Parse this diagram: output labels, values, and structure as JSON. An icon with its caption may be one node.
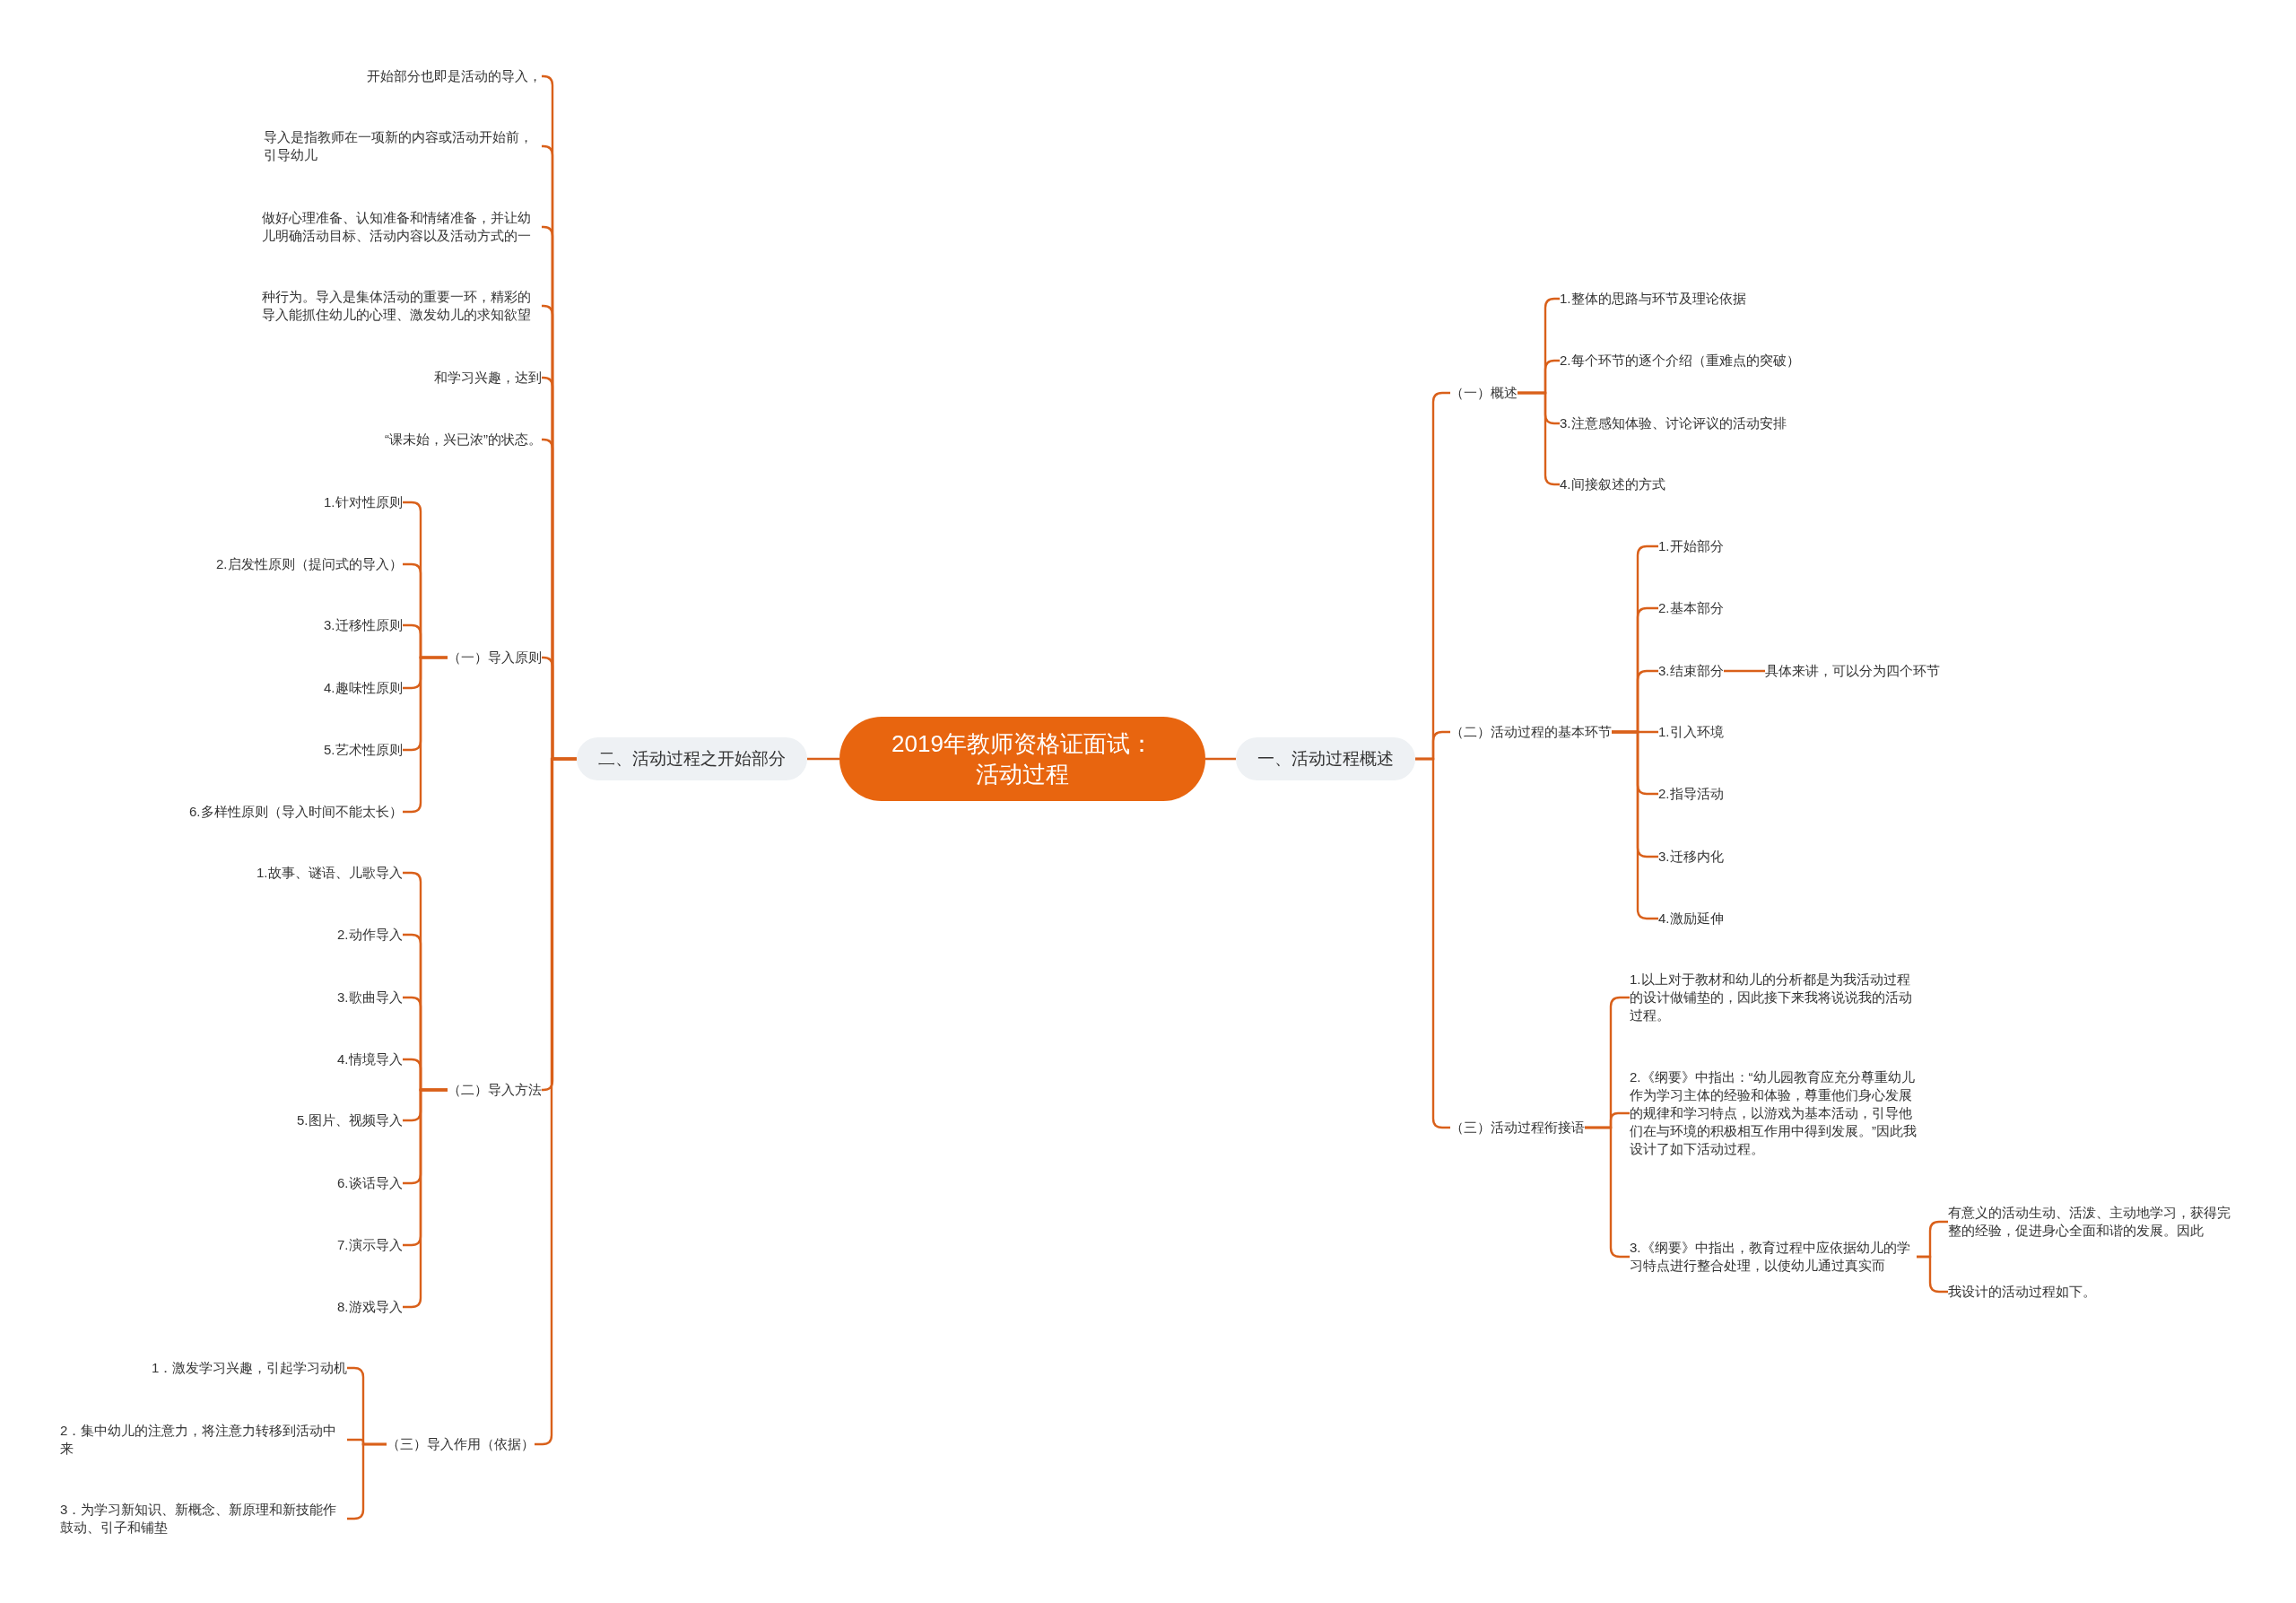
{
  "diagram": {
    "nodes": [
      {
        "text": [
          "2019年教师资格证面试：活动过程"
        ]
      },
      {
        "text": [
          "一、活动过程概述"
        ]
      },
      {
        "text": [
          "（一）概述"
        ]
      },
      {
        "text": [
          "1.整体的思路与环节及理论依据"
        ]
      },
      {
        "text": [
          "2.每个环节的逐个介绍（重难点的突破）"
        ]
      },
      {
        "text": [
          "3.注意感知体验、讨论评议的活动安排"
        ]
      },
      {
        "text": [
          "4.间接叙述的方式"
        ]
      },
      {
        "text": [
          "（二）活动过程的基本环节"
        ]
      },
      {
        "text": [
          "1.开始部分"
        ]
      },
      {
        "text": [
          "2.基本部分"
        ]
      },
      {
        "text": [
          "3.结束部分"
        ]
      },
      {
        "text": [
          "具体来讲，可以分为四个环节"
        ]
      },
      {
        "text": [
          "1.引入环境"
        ]
      },
      {
        "text": [
          "2.指导活动"
        ]
      },
      {
        "text": [
          "3.迁移内化"
        ]
      },
      {
        "text": [
          "4.激励延伸"
        ]
      },
      {
        "text": [
          "（三）活动过程衔接语"
        ]
      },
      {
        "text": [
          "1.以上对于教材和幼儿的分析都是为我活动过程的设计做铺垫的，因此接下来我将说说我的活动过程。"
        ]
      },
      {
        "text": [
          "2.《纲要》中指出：“幼儿园教育应充分尊重幼儿作为学习主体的经验和体验，尊重他们身心发展的规律和学习特点，以游戏为基本活动，引导他们在与环境的积极相互作用中得到发展。”因此我设计了如下活动过程。"
        ]
      },
      {
        "text": [
          "3.《纲要》中指出，教育过程中应依据幼儿的学习特点进行整合处理，以使幼儿通过真实而"
        ]
      },
      {
        "text": [
          "有意义的活动生动、活泼、主动地学习，获得完整的经验，促进身心全面和谐的发展。因此"
        ]
      },
      {
        "text": [
          "我设计的活动过程如下。"
        ]
      },
      {
        "text": [
          "二、活动过程之开始部分"
        ]
      },
      {
        "text": [
          "开始部分也即是活动的导入，"
        ]
      },
      {
        "text": [
          "导入是指教师在一项新的内容或活动开始前，引导幼儿"
        ]
      },
      {
        "text": [
          "做好心理准备、认知准备和情绪准备，并让幼儿明确活动目标、活动内容以及活动方式的一"
        ]
      },
      {
        "text": [
          "种行为。导入是集体活动的重要一环，精彩的导入能抓住幼儿的心理、激发幼儿的求知欲望"
        ]
      },
      {
        "text": [
          "和学习兴趣，达到"
        ]
      },
      {
        "text": [
          "“课未始，兴已浓”的状态。"
        ]
      },
      {
        "text": [
          "（一）导入原则"
        ]
      },
      {
        "text": [
          "1.针对性原则"
        ]
      },
      {
        "text": [
          "2.启发性原则（提问式的导入）"
        ]
      },
      {
        "text": [
          "3.迁移性原则"
        ]
      },
      {
        "text": [
          "4.趣味性原则"
        ]
      },
      {
        "text": [
          "5.艺术性原则"
        ]
      },
      {
        "text": [
          "6.多样性原则（导入时间不能太长）"
        ]
      },
      {
        "text": [
          "（二）导入方法"
        ]
      },
      {
        "text": [
          "1.故事、谜语、儿歌导入"
        ]
      },
      {
        "text": [
          "2.动作导入"
        ]
      },
      {
        "text": [
          "3.歌曲导入"
        ]
      },
      {
        "text": [
          "4.情境导入"
        ]
      },
      {
        "text": [
          "5.图片、视频导入"
        ]
      },
      {
        "text": [
          "6.谈话导入"
        ]
      },
      {
        "text": [
          "7.演示导入"
        ]
      },
      {
        "text": [
          "8.游戏导入"
        ]
      },
      {
        "text": [
          "（三）导入作用（依据）"
        ]
      },
      {
        "text": [
          "1．激发学习兴趣，引起学习动机"
        ]
      },
      {
        "text": [
          "2．集中幼儿的注意力，将注意力转移到活动中来"
        ]
      },
      {
        "text": [
          "3．为学习新知识、新概念、新原理和新技能作鼓动、引子和铺垫"
        ]
      }
    ],
    "edges": [
      {
        "from": 0,
        "to": 1,
        "arrow": "none"
      },
      {
        "from": 1,
        "to": 2,
        "arrow": "none"
      },
      {
        "from": 2,
        "to": 3,
        "arrow": "none"
      },
      {
        "from": 2,
        "to": 4,
        "arrow": "none"
      },
      {
        "from": 2,
        "to": 5,
        "arrow": "none"
      },
      {
        "from": 2,
        "to": 6,
        "arrow": "none"
      },
      {
        "from": 1,
        "to": 7,
        "arrow": "none"
      },
      {
        "from": 7,
        "to": 8,
        "arrow": "none"
      },
      {
        "from": 7,
        "to": 9,
        "arrow": "none"
      },
      {
        "from": 7,
        "to": 10,
        "arrow": "none"
      },
      {
        "from": 10,
        "to": 11,
        "arrow": "none"
      },
      {
        "from": 7,
        "to": 12,
        "arrow": "none"
      },
      {
        "from": 7,
        "to": 13,
        "arrow": "none"
      },
      {
        "from": 7,
        "to": 14,
        "arrow": "none"
      },
      {
        "from": 7,
        "to": 15,
        "arrow": "none"
      },
      {
        "from": 1,
        "to": 16,
        "arrow": "none"
      },
      {
        "from": 16,
        "to": 17,
        "arrow": "none"
      },
      {
        "from": 16,
        "to": 18,
        "arrow": "none"
      },
      {
        "from": 16,
        "to": 19,
        "arrow": "none"
      },
      {
        "from": 19,
        "to": 20,
        "arrow": "none"
      },
      {
        "from": 19,
        "to": 21,
        "arrow": "none"
      },
      {
        "from": 0,
        "to": 22,
        "arrow": "none"
      },
      {
        "from": 22,
        "to": 23,
        "arrow": "none"
      },
      {
        "from": 22,
        "to": 24,
        "arrow": "none"
      },
      {
        "from": 22,
        "to": 25,
        "arrow": "none"
      },
      {
        "from": 22,
        "to": 26,
        "arrow": "none"
      },
      {
        "from": 22,
        "to": 27,
        "arrow": "none"
      },
      {
        "from": 22,
        "to": 28,
        "arrow": "none"
      },
      {
        "from": 22,
        "to": 29,
        "arrow": "none"
      },
      {
        "from": 29,
        "to": 30,
        "arrow": "none"
      },
      {
        "from": 29,
        "to": 31,
        "arrow": "none"
      },
      {
        "from": 29,
        "to": 32,
        "arrow": "none"
      },
      {
        "from": 29,
        "to": 33,
        "arrow": "none"
      },
      {
        "from": 29,
        "to": 34,
        "arrow": "none"
      },
      {
        "from": 29,
        "to": 35,
        "arrow": "none"
      },
      {
        "from": 22,
        "to": 36,
        "arrow": "none"
      },
      {
        "from": 36,
        "to": 37,
        "arrow": "none"
      },
      {
        "from": 36,
        "to": 38,
        "arrow": "none"
      },
      {
        "from": 36,
        "to": 39,
        "arrow": "none"
      },
      {
        "from": 36,
        "to": 40,
        "arrow": "none"
      },
      {
        "from": 36,
        "to": 41,
        "arrow": "none"
      },
      {
        "from": 36,
        "to": 42,
        "arrow": "none"
      },
      {
        "from": 36,
        "to": 43,
        "arrow": "none"
      },
      {
        "from": 36,
        "to": 44,
        "arrow": "none"
      },
      {
        "from": 22,
        "to": 45,
        "arrow": "none"
      },
      {
        "from": 45,
        "to": 46,
        "arrow": "none"
      },
      {
        "from": 45,
        "to": 47,
        "arrow": "none"
      },
      {
        "from": 45,
        "to": 48,
        "arrow": "none"
      }
    ]
  }
}
